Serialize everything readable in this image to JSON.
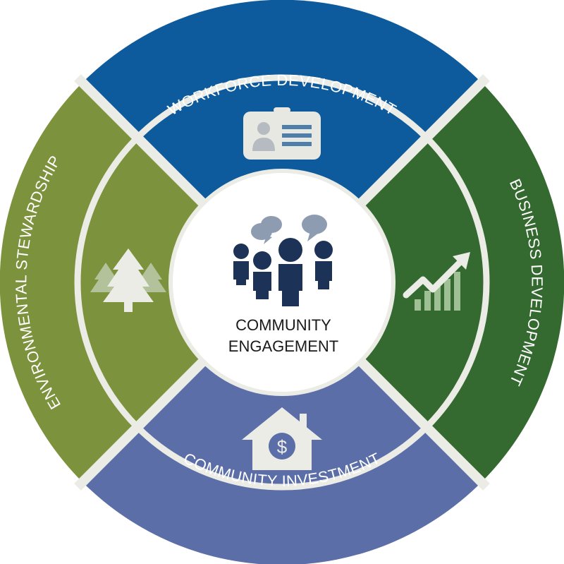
{
  "segments": {
    "top": {
      "label": "WORKFORCE DEVELOPMENT",
      "color": "#0d5a9c",
      "icon": "id-badge-icon"
    },
    "right": {
      "label": "BUSINESS DEVELOPMENT",
      "color": "#34692f",
      "icon": "growth-chart-icon"
    },
    "bottom": {
      "label": "COMMUNITY INVESTMENT",
      "color": "#5b6ea8",
      "icon": "house-dollar-icon"
    },
    "left": {
      "label": "ENVIRONMENTAL STEWARDSHIP",
      "color": "#7d923d",
      "icon": "pine-trees-icon"
    }
  },
  "center": {
    "line1": "COMMUNITY",
    "line2": "ENGAGEMENT",
    "icon": "people-group-icon",
    "icon_color": "#1c3257",
    "bubble_color": "#8d9cb1"
  },
  "colors": {
    "outer_border": "#ecece6",
    "ring_line": "#ecece6",
    "text_light": "#ffffff",
    "text_dark": "#1a1a1a"
  }
}
